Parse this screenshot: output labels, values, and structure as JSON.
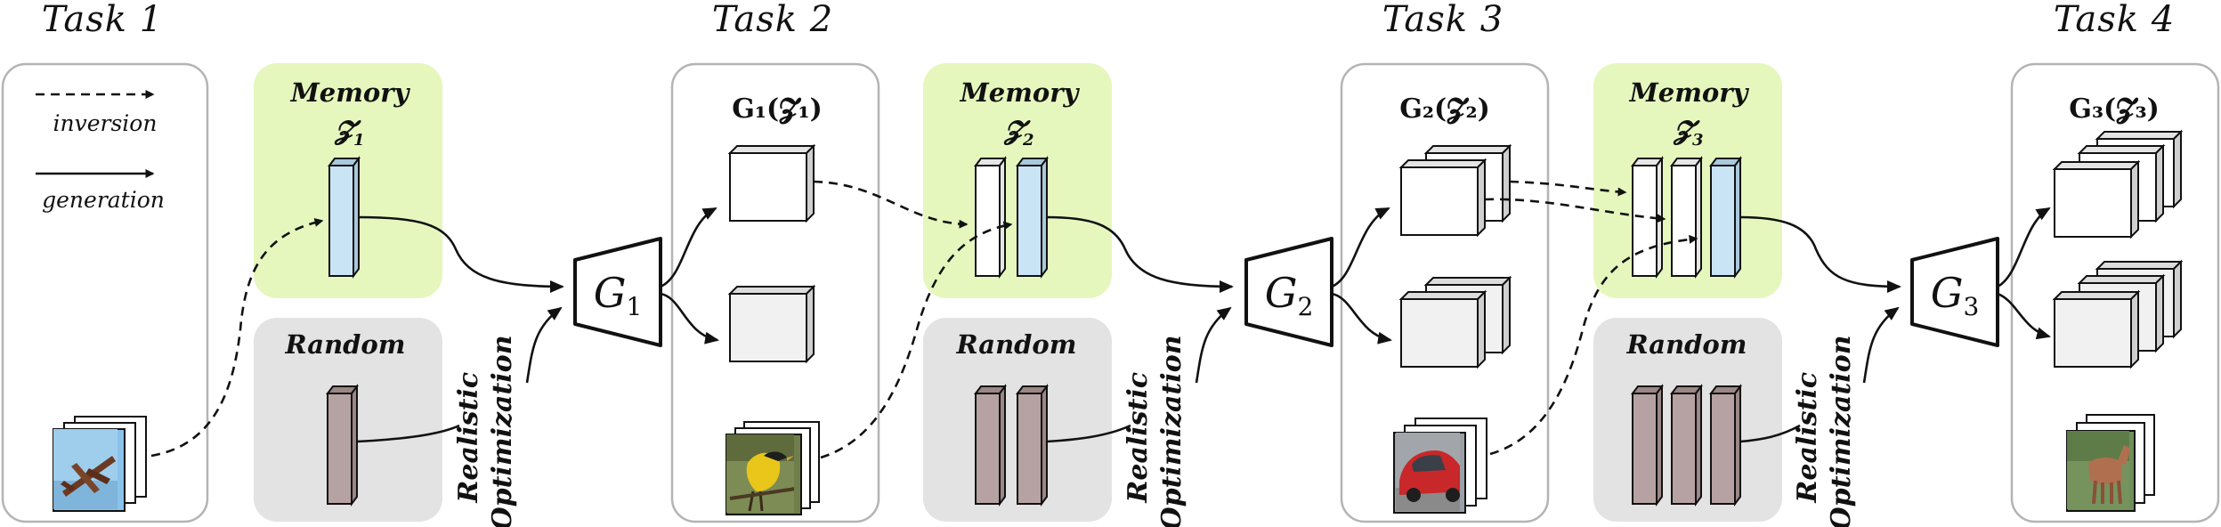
{
  "colors": {
    "memory_bg": "#e6f7be",
    "random_bg": "#e3e3e3",
    "memory_bar": "#c9e4f4",
    "random_bar": "#b6a2a2",
    "panel_border": "#b4b4b4",
    "generated_block": "#ffffff",
    "random_block": "#f1f1f1"
  },
  "tasks": [
    {
      "title": "Task 1"
    },
    {
      "title": "Task 2"
    },
    {
      "title": "Task 3"
    },
    {
      "title": "Task 4"
    }
  ],
  "legend": {
    "inversion": "inversion",
    "generation": "generation"
  },
  "memory": [
    {
      "title": "Memory",
      "symbol": "𝓩",
      "sub": "1"
    },
    {
      "title": "Memory",
      "symbol": "𝓩",
      "sub": "2"
    },
    {
      "title": "Memory",
      "symbol": "𝓩",
      "sub": "3"
    }
  ],
  "random_label": "Random",
  "optimization": {
    "line1": "Realistic",
    "line2": "Optimization"
  },
  "generators": [
    {
      "letter": "G",
      "sub": "1"
    },
    {
      "letter": "G",
      "sub": "2"
    },
    {
      "letter": "G",
      "sub": "3"
    }
  ],
  "generated_sets": [
    {
      "text": "G₁(𝓩₁)"
    },
    {
      "text": "G₂(𝓩₂)"
    },
    {
      "text": "G₃(𝓩₃)"
    }
  ],
  "images": [
    {
      "icon": "airplane-image"
    },
    {
      "icon": "bird-image"
    },
    {
      "icon": "car-image"
    },
    {
      "icon": "deer-image"
    }
  ]
}
